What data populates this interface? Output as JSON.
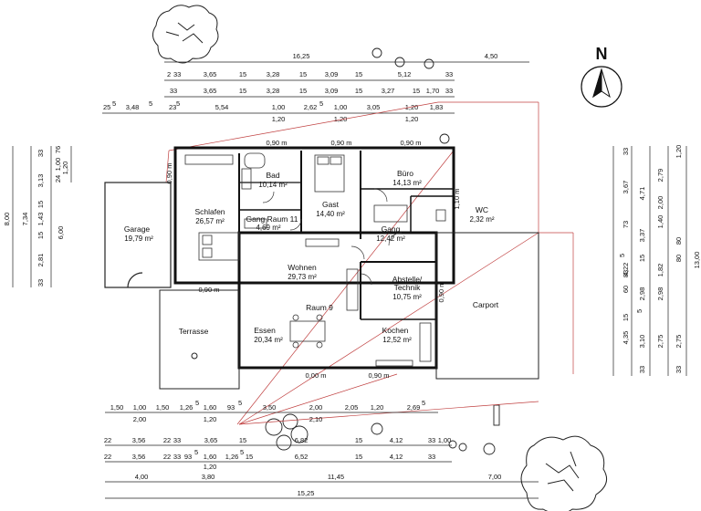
{
  "north_label": "N",
  "rooms": [
    {
      "name": "Bad",
      "area": "10,14 m²"
    },
    {
      "name": "Büro",
      "area": "14,13 m²"
    },
    {
      "name": "Gast",
      "area": "14,40 m²"
    },
    {
      "name": "Schlafen",
      "area": "26,57 m²"
    },
    {
      "name": "Garage",
      "area": "19,79 m²"
    },
    {
      "name": "Gang",
      "area": "12,42 m²"
    },
    {
      "name": "Gang Raum 11",
      "area": "4,69 m²"
    },
    {
      "name": "WC",
      "area": "2,32 m²"
    },
    {
      "name": "Wohnen",
      "area": "29,73 m²"
    },
    {
      "name": "Abstelle/",
      "name2": "Technik",
      "area": "10,75 m²"
    },
    {
      "name": "Carport",
      "area": ""
    },
    {
      "name": "Terrasse",
      "area": ""
    },
    {
      "name": "Essen",
      "area": "20,34 m²"
    },
    {
      "name": "Kochen",
      "area": "12,52 m²"
    },
    {
      "name": "Raum 9",
      "area": ""
    }
  ],
  "dims_top": {
    "row1": [
      "16,25",
      "4,50"
    ],
    "row2": [
      "2",
      "33",
      "3,65",
      "15",
      "3,28",
      "15",
      "3,09",
      "15",
      "5,12",
      "33"
    ],
    "row3": [
      "33",
      "3,65",
      "15",
      "3,28",
      "15",
      "3,09",
      "15",
      "3,27",
      "15",
      "1,70",
      "33"
    ],
    "row4": [
      "25",
      "5",
      "3,48",
      "5",
      "23",
      "5",
      "5,54",
      "1,00",
      "2,62",
      "5",
      "1,00",
      "3,05",
      "1,20",
      "1,83"
    ],
    "row4b": [
      "1,20",
      "1,20",
      "1,20"
    ],
    "openings": [
      "0,90 m",
      "0,90 m",
      "0,90 m",
      "0,90 m",
      "0,90 m",
      "0,90 m",
      "0,00 m",
      "0,90 m",
      "1,10 m"
    ]
  },
  "dims_bottom": {
    "row1": [
      "1,50",
      "1,00",
      "1,50",
      "1,26",
      "5",
      "1,60",
      "93",
      "5",
      "3,50",
      "2,00",
      "1,20",
      "2,69",
      "5"
    ],
    "row1b": [
      "2,00",
      "1,20",
      "2,10",
      "2,05"
    ],
    "row2": [
      "22",
      "3,56",
      "22",
      "33",
      "3,65",
      "15",
      "6,82",
      "15",
      "4,12",
      "33",
      "1,00"
    ],
    "row3": [
      "22",
      "3,56",
      "22",
      "33",
      "93",
      "5",
      "1,60",
      "1,26",
      "5",
      "15",
      "6,52",
      "15",
      "4,12",
      "33"
    ],
    "row3b": [
      "1,20"
    ],
    "row4": [
      "4,00",
      "3,80",
      "11,45",
      "7,00"
    ],
    "row5": [
      "15,25"
    ]
  },
  "dims_left": [
    "33",
    "2,81",
    "15",
    "1,43",
    "15",
    "3,13",
    "33",
    "6,00",
    "7,34",
    "8,00",
    "24",
    "1,00",
    "76",
    "1,20"
  ],
  "dims_right": [
    "3,67",
    "33",
    "2,79",
    "4,71",
    "2,00",
    "1,40",
    "3,37",
    "15",
    "2,98",
    "4,22",
    "5",
    "2,98",
    "80",
    "1,82",
    "60",
    "83",
    "80",
    "73",
    "15",
    "4,35",
    "3,10",
    "5",
    "2,75",
    "33",
    "13,00",
    "1,20",
    "2,75",
    "33"
  ]
}
